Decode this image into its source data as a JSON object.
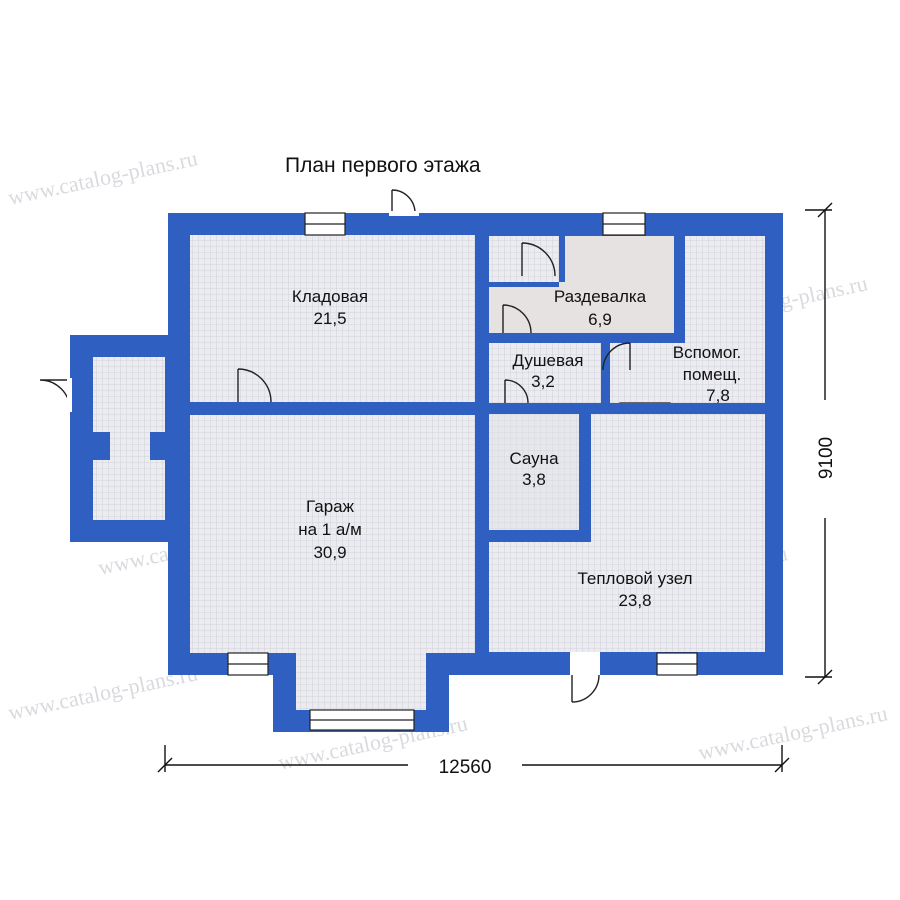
{
  "title": "План первого этажа",
  "colors": {
    "wall": "#2f5fc0",
    "grid_bg": "#ececf0",
    "grid_line": "#c9ccd6",
    "plain_room": "#e6e2e2",
    "dimension_line": "#111111"
  },
  "rooms": {
    "storage": {
      "name": "Кладовая",
      "area": "21,5"
    },
    "garage": {
      "name": "Гараж",
      "name2": "на 1 а/м",
      "area": "30,9"
    },
    "changing": {
      "name": "Раздевалка",
      "area": "6,9"
    },
    "shower": {
      "name": "Душевая",
      "area": "3,2"
    },
    "utility": {
      "name": "Вспомог.",
      "name2": "помещ.",
      "area": "7,8"
    },
    "sauna": {
      "name": "Сауна",
      "area": "3,8"
    },
    "boiler": {
      "name": "Тепловой узел",
      "area": "23,8"
    }
  },
  "dimensions": {
    "width": "12560",
    "height": "9100"
  },
  "watermark": {
    "text": "www.catalog-plans.ru"
  }
}
